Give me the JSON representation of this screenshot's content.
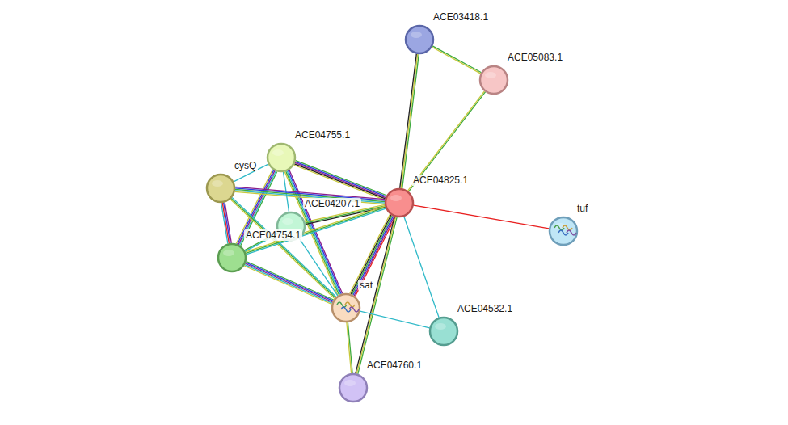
{
  "diagram": {
    "nodes": [
      {
        "text": [
          "ACE03418.1"
        ]
      },
      {
        "text": [
          "ACE05083.1"
        ]
      },
      {
        "text": [
          "ACE04755.1"
        ]
      },
      {
        "text": [
          "cysQ"
        ]
      },
      {
        "text": [
          "ACE04825.1"
        ]
      },
      {
        "text": [
          "ACE04207.1"
        ]
      },
      {
        "text": [
          "tuf"
        ]
      },
      {
        "text": [
          "ACE04754.1"
        ]
      },
      {
        "text": [
          "sat"
        ]
      },
      {
        "text": [
          "ACE04532.1"
        ]
      },
      {
        "text": [
          "ACE04760.1"
        ]
      }
    ],
    "edges": [
      {
        "from": 0,
        "to": 1,
        "arrow": "none"
      },
      {
        "from": 0,
        "to": 4,
        "arrow": "none"
      },
      {
        "from": 1,
        "to": 4,
        "arrow": "none"
      },
      {
        "from": 2,
        "to": 3,
        "arrow": "none"
      },
      {
        "from": 2,
        "to": 4,
        "arrow": "none"
      },
      {
        "from": 2,
        "to": 5,
        "arrow": "none"
      },
      {
        "from": 2,
        "to": 7,
        "arrow": "none"
      },
      {
        "from": 2,
        "to": 8,
        "arrow": "none"
      },
      {
        "from": 3,
        "to": 4,
        "arrow": "none"
      },
      {
        "from": 3,
        "to": 7,
        "arrow": "none"
      },
      {
        "from": 3,
        "to": 8,
        "arrow": "none"
      },
      {
        "from": 4,
        "to": 5,
        "arrow": "none"
      },
      {
        "from": 4,
        "to": 6,
        "arrow": "none"
      },
      {
        "from": 4,
        "to": 7,
        "arrow": "none"
      },
      {
        "from": 4,
        "to": 8,
        "arrow": "none"
      },
      {
        "from": 4,
        "to": 9,
        "arrow": "none"
      },
      {
        "from": 4,
        "to": 10,
        "arrow": "none"
      },
      {
        "from": 5,
        "to": 7,
        "arrow": "none"
      },
      {
        "from": 5,
        "to": 8,
        "arrow": "none"
      },
      {
        "from": 7,
        "to": 8,
        "arrow": "none"
      },
      {
        "from": 8,
        "to": 9,
        "arrow": "none"
      },
      {
        "from": 8,
        "to": 10,
        "arrow": "none"
      }
    ]
  }
}
